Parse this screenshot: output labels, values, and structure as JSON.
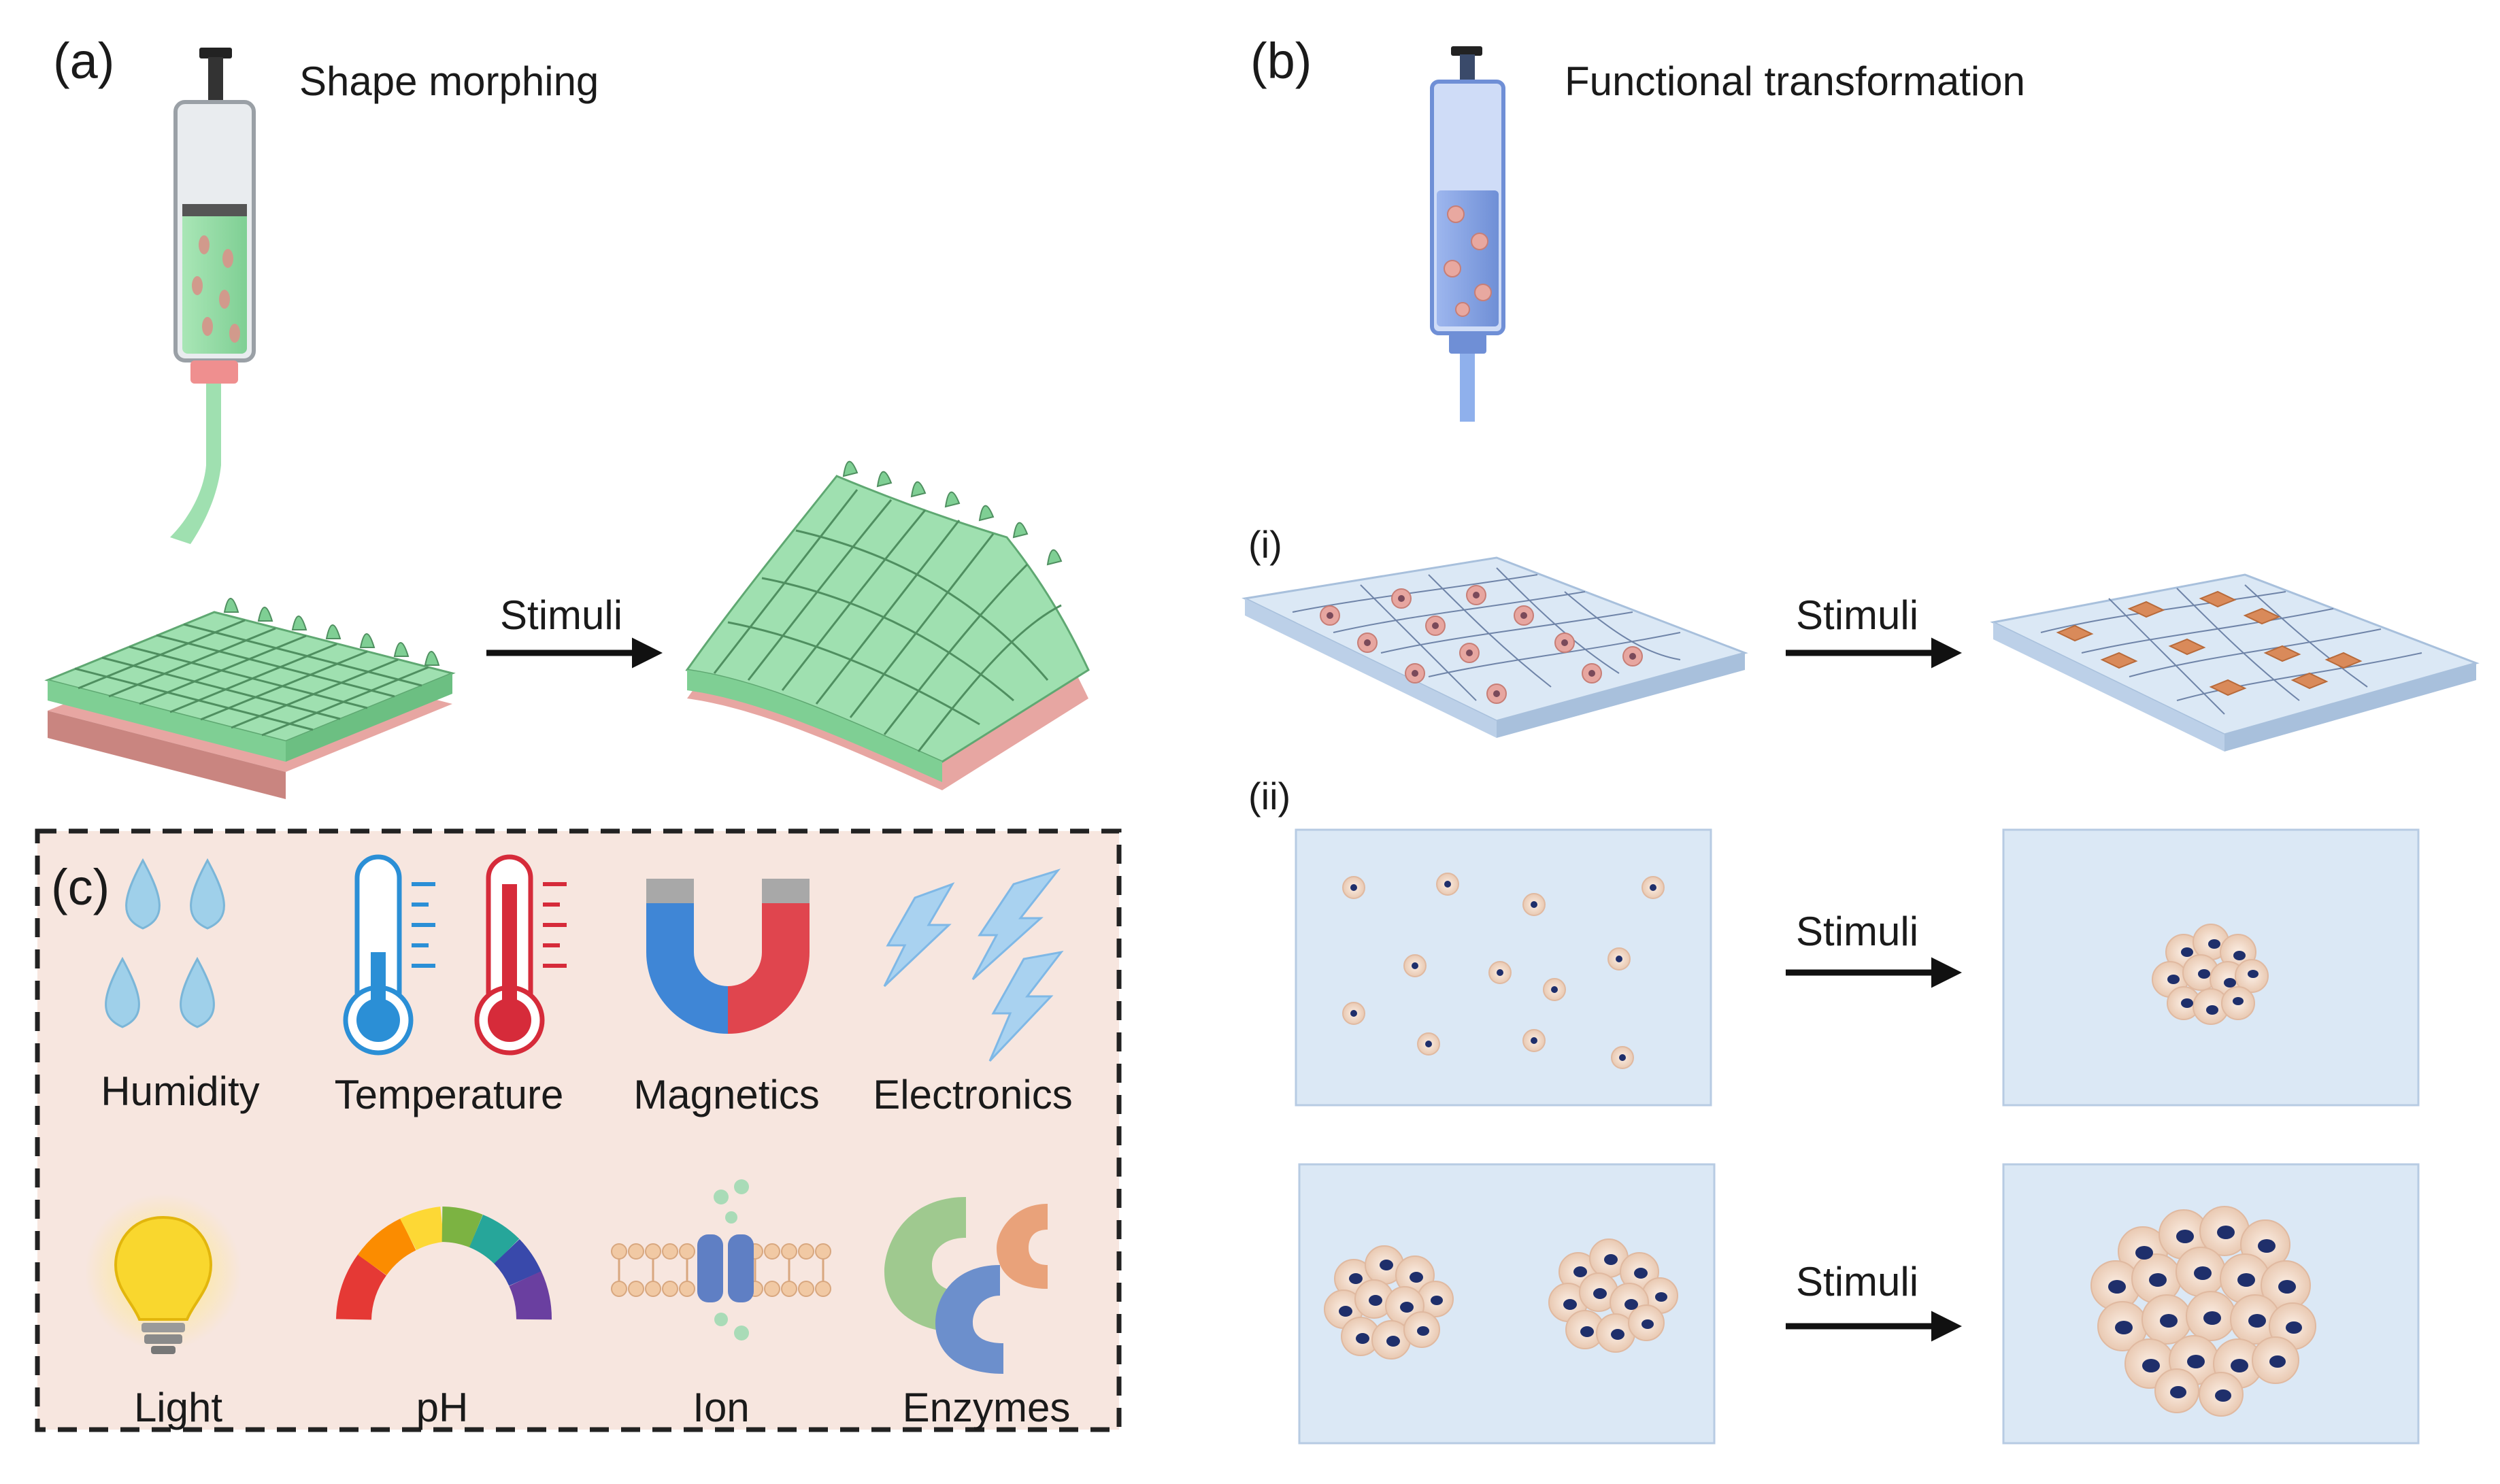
{
  "panels": {
    "a": {
      "label": "(a)",
      "title": "Shape morphing",
      "stimuli": "Stimuli"
    },
    "b": {
      "label": "(b)",
      "title": "Functional transformation",
      "i": {
        "label": "(i)",
        "stimuli": "Stimuli"
      },
      "ii": {
        "label": "(ii)",
        "stimuli_top": "Stimuli",
        "stimuli_bottom": "Stimuli"
      }
    },
    "c": {
      "label": "(c)",
      "items": [
        "Humidity",
        "Temperature",
        "Magnetics",
        "Electronics",
        "Light",
        "pH",
        "Ion",
        "Enzymes"
      ]
    }
  },
  "icons": {
    "humidity": "water-drops-icon",
    "temperature": "thermometer-icon",
    "magnetics": "horseshoe-magnet-icon",
    "electronics": "lightning-bolt-icon",
    "light": "light-bulb-icon",
    "ph": "ph-scale-arc-icon",
    "ion": "ion-channel-icon",
    "enzymes": "enzyme-icon"
  },
  "colors": {
    "ink_green": "#8fd6a0",
    "scaffold_pink": "#e7a6a2",
    "syringe_blue": "#7f9fe0",
    "hydrogel": "#dbe8f5",
    "cell_nucleus": "#1f2f6b",
    "panel_c_bg": "#f7e6df"
  }
}
